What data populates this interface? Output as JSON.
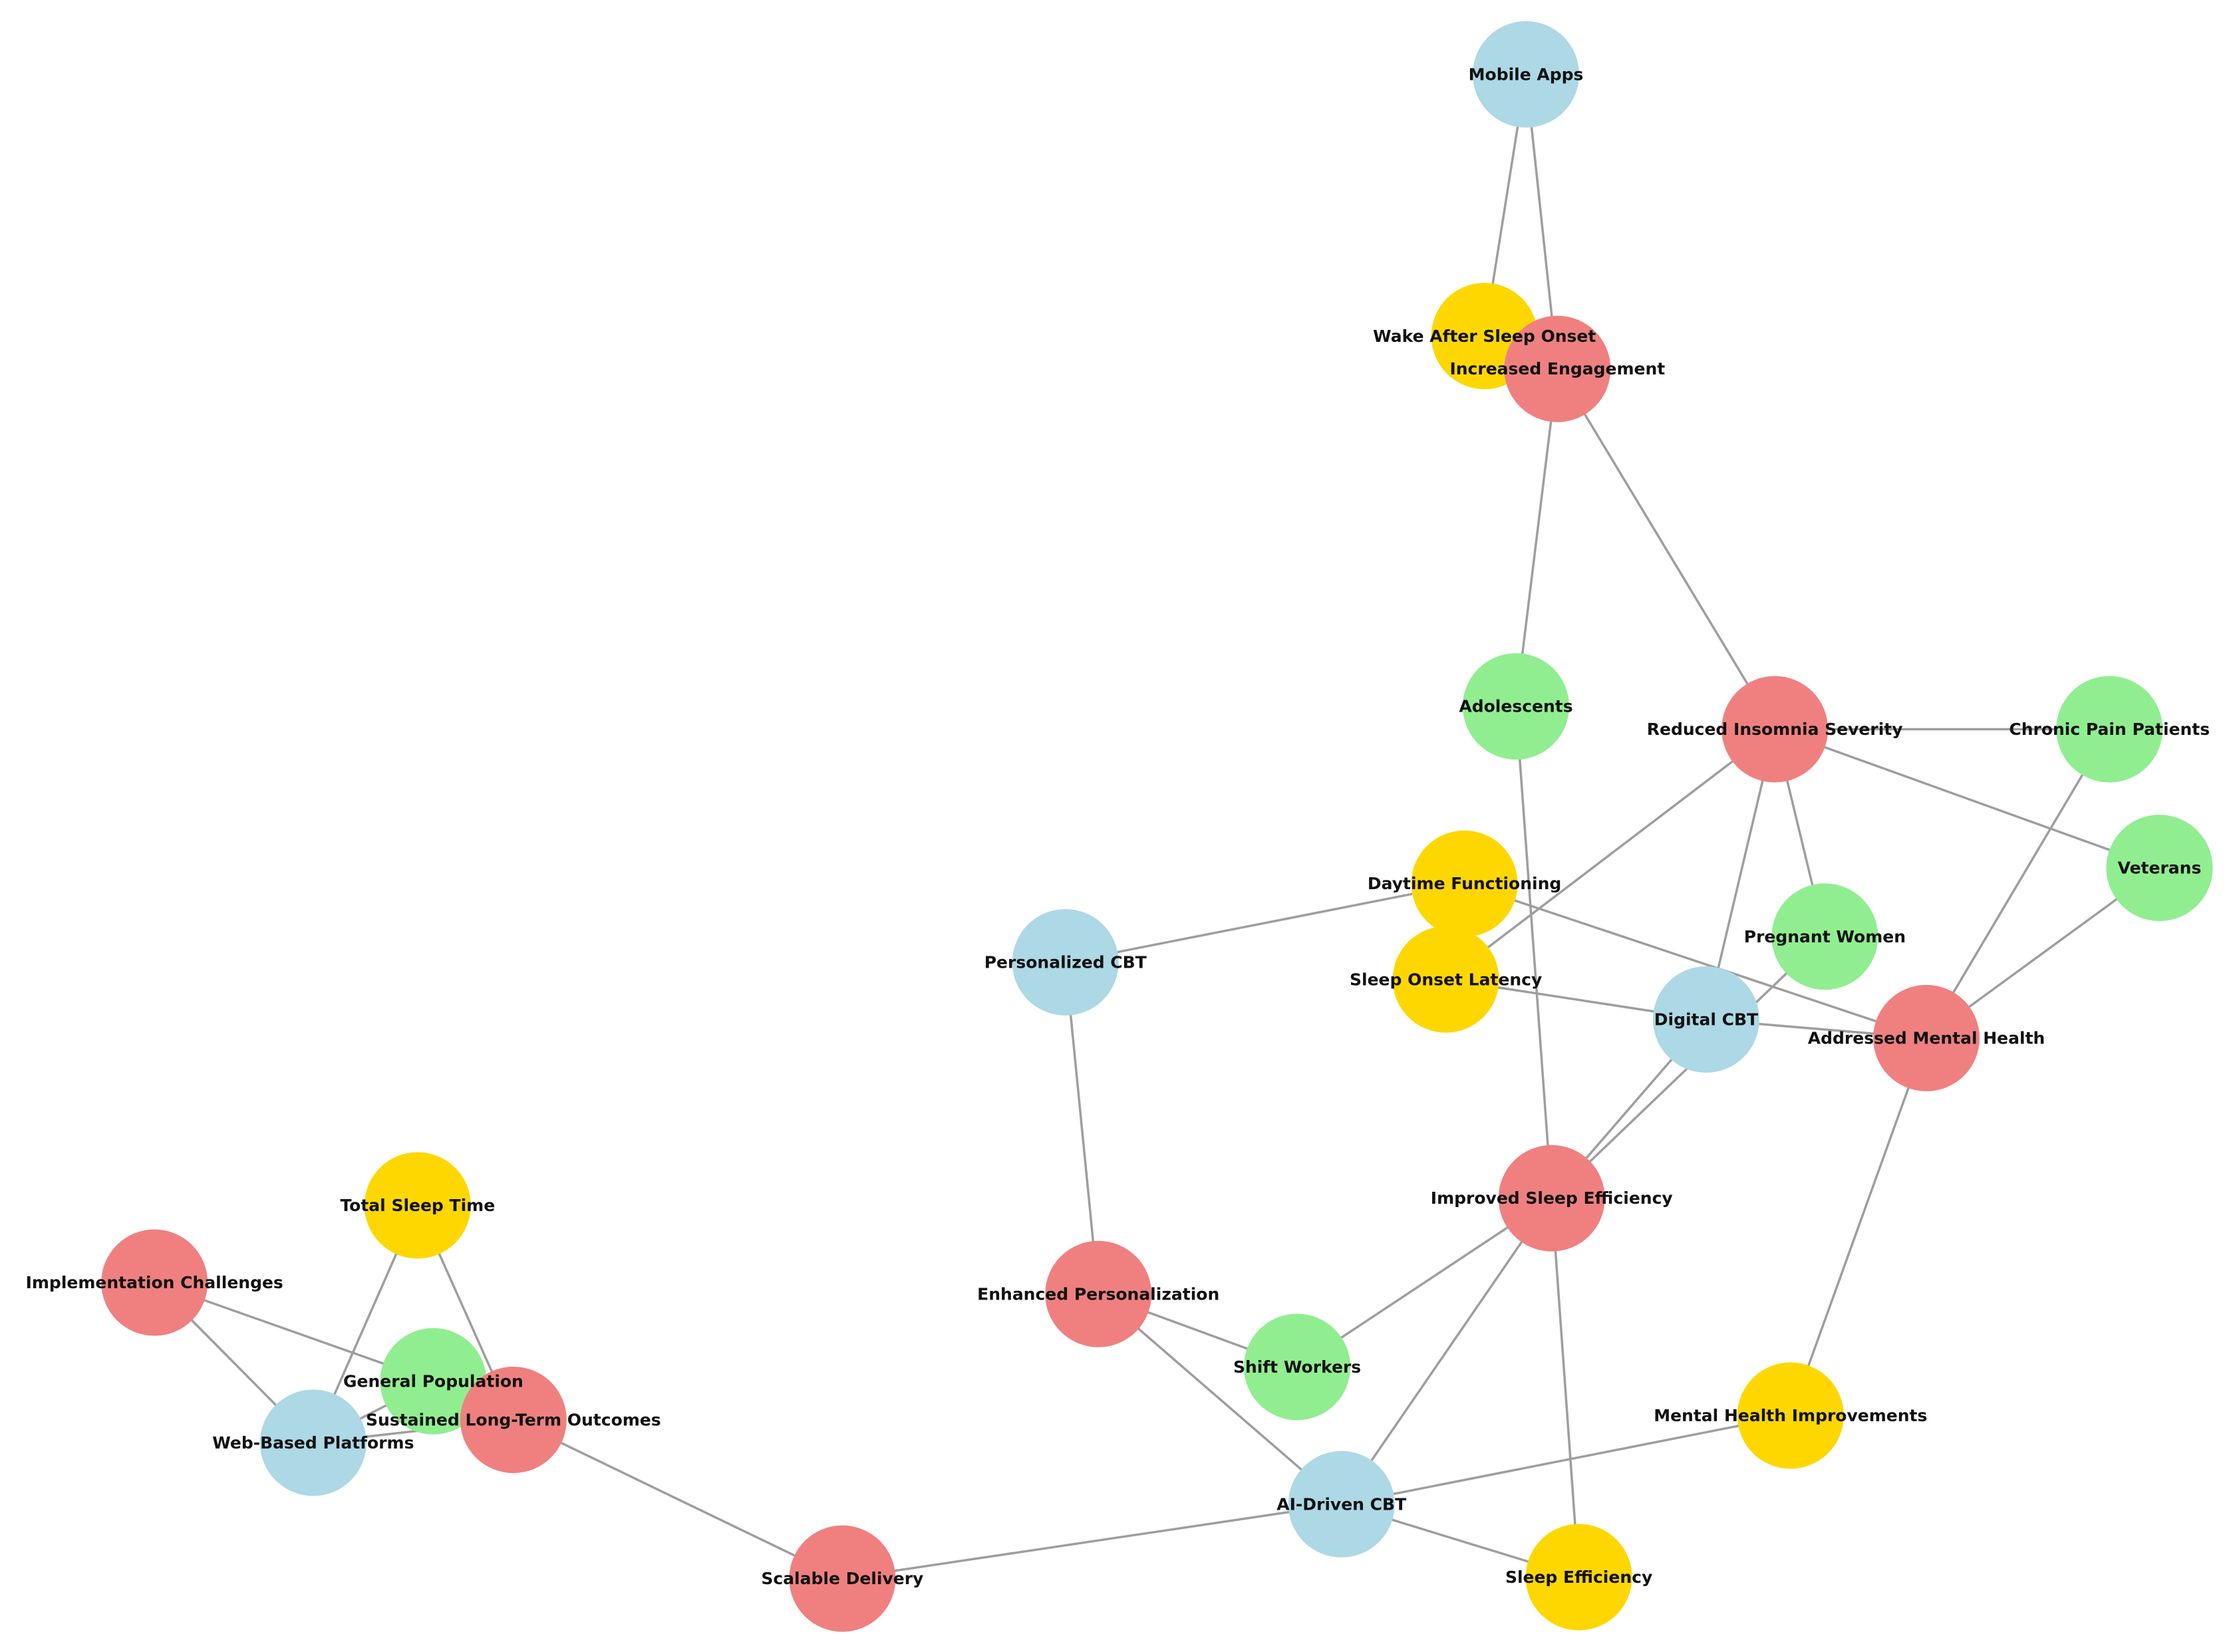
{
  "category_colors": {
    "delivery": "#add8e6",
    "outcome": "#f08080",
    "population": "#90ee90",
    "measure": "#ffd700"
  },
  "nodes": [
    {
      "id": "mobile-apps",
      "label": "Mobile Apps",
      "category": "delivery"
    },
    {
      "id": "wake-after-sleep-onset",
      "label": "Wake After Sleep Onset",
      "category": "measure"
    },
    {
      "id": "increased-engagement",
      "label": "Increased Engagement",
      "category": "outcome"
    },
    {
      "id": "adolescents",
      "label": "Adolescents",
      "category": "population"
    },
    {
      "id": "reduced-insomnia-severity",
      "label": "Reduced Insomnia Severity",
      "category": "outcome"
    },
    {
      "id": "chronic-pain-patients",
      "label": "Chronic Pain Patients",
      "category": "population"
    },
    {
      "id": "veterans",
      "label": "Veterans",
      "category": "population"
    },
    {
      "id": "daytime-functioning",
      "label": "Daytime Functioning",
      "category": "measure"
    },
    {
      "id": "pregnant-women",
      "label": "Pregnant Women",
      "category": "population"
    },
    {
      "id": "personalized-cbt",
      "label": "Personalized CBT",
      "category": "delivery"
    },
    {
      "id": "sleep-onset-latency",
      "label": "Sleep Onset Latency",
      "category": "measure"
    },
    {
      "id": "digital-cbt",
      "label": "Digital CBT",
      "category": "delivery"
    },
    {
      "id": "addressed-mental-health",
      "label": "Addressed Mental Health",
      "category": "outcome"
    },
    {
      "id": "improved-sleep-efficiency",
      "label": "Improved Sleep Efficiency",
      "category": "outcome"
    },
    {
      "id": "total-sleep-time",
      "label": "Total Sleep Time",
      "category": "measure"
    },
    {
      "id": "implementation-challenges",
      "label": "Implementation Challenges",
      "category": "outcome"
    },
    {
      "id": "enhanced-personalization",
      "label": "Enhanced Personalization",
      "category": "outcome"
    },
    {
      "id": "general-population",
      "label": "General Population",
      "category": "population"
    },
    {
      "id": "shift-workers",
      "label": "Shift Workers",
      "category": "population"
    },
    {
      "id": "sustained-long-term-outcomes",
      "label": "Sustained Long-Term Outcomes",
      "category": "outcome"
    },
    {
      "id": "web-based-platforms",
      "label": "Web-Based Platforms",
      "category": "delivery"
    },
    {
      "id": "mental-health-improvements",
      "label": "Mental Health Improvements",
      "category": "measure"
    },
    {
      "id": "ai-driven-cbt",
      "label": "AI-Driven CBT",
      "category": "delivery"
    },
    {
      "id": "scalable-delivery",
      "label": "Scalable Delivery",
      "category": "outcome"
    },
    {
      "id": "sleep-efficiency",
      "label": "Sleep Efficiency",
      "category": "measure"
    }
  ],
  "edges": [
    [
      "mobile-apps",
      "wake-after-sleep-onset"
    ],
    [
      "mobile-apps",
      "increased-engagement"
    ],
    [
      "increased-engagement",
      "adolescents"
    ],
    [
      "increased-engagement",
      "reduced-insomnia-severity"
    ],
    [
      "reduced-insomnia-severity",
      "chronic-pain-patients"
    ],
    [
      "reduced-insomnia-severity",
      "veterans"
    ],
    [
      "reduced-insomnia-severity",
      "pregnant-women"
    ],
    [
      "reduced-insomnia-severity",
      "sleep-onset-latency"
    ],
    [
      "reduced-insomnia-severity",
      "digital-cbt"
    ],
    [
      "chronic-pain-patients",
      "addressed-mental-health"
    ],
    [
      "veterans",
      "addressed-mental-health"
    ],
    [
      "adolescents",
      "improved-sleep-efficiency"
    ],
    [
      "daytime-functioning",
      "personalized-cbt"
    ],
    [
      "daytime-functioning",
      "addressed-mental-health"
    ],
    [
      "pregnant-women",
      "improved-sleep-efficiency"
    ],
    [
      "sleep-onset-latency",
      "digital-cbt"
    ],
    [
      "digital-cbt",
      "addressed-mental-health"
    ],
    [
      "digital-cbt",
      "improved-sleep-efficiency"
    ],
    [
      "personalized-cbt",
      "enhanced-personalization"
    ],
    [
      "addressed-mental-health",
      "mental-health-improvements"
    ],
    [
      "improved-sleep-efficiency",
      "shift-workers"
    ],
    [
      "improved-sleep-efficiency",
      "ai-driven-cbt"
    ],
    [
      "improved-sleep-efficiency",
      "sleep-efficiency"
    ],
    [
      "enhanced-personalization",
      "shift-workers"
    ],
    [
      "enhanced-personalization",
      "ai-driven-cbt"
    ],
    [
      "mental-health-improvements",
      "ai-driven-cbt"
    ],
    [
      "ai-driven-cbt",
      "sleep-efficiency"
    ],
    [
      "ai-driven-cbt",
      "scalable-delivery"
    ],
    [
      "scalable-delivery",
      "sustained-long-term-outcomes"
    ],
    [
      "total-sleep-time",
      "web-based-platforms"
    ],
    [
      "total-sleep-time",
      "sustained-long-term-outcomes"
    ],
    [
      "implementation-challenges",
      "general-population"
    ],
    [
      "implementation-challenges",
      "web-based-platforms"
    ],
    [
      "general-population",
      "web-based-platforms"
    ],
    [
      "web-based-platforms",
      "sustained-long-term-outcomes"
    ]
  ]
}
